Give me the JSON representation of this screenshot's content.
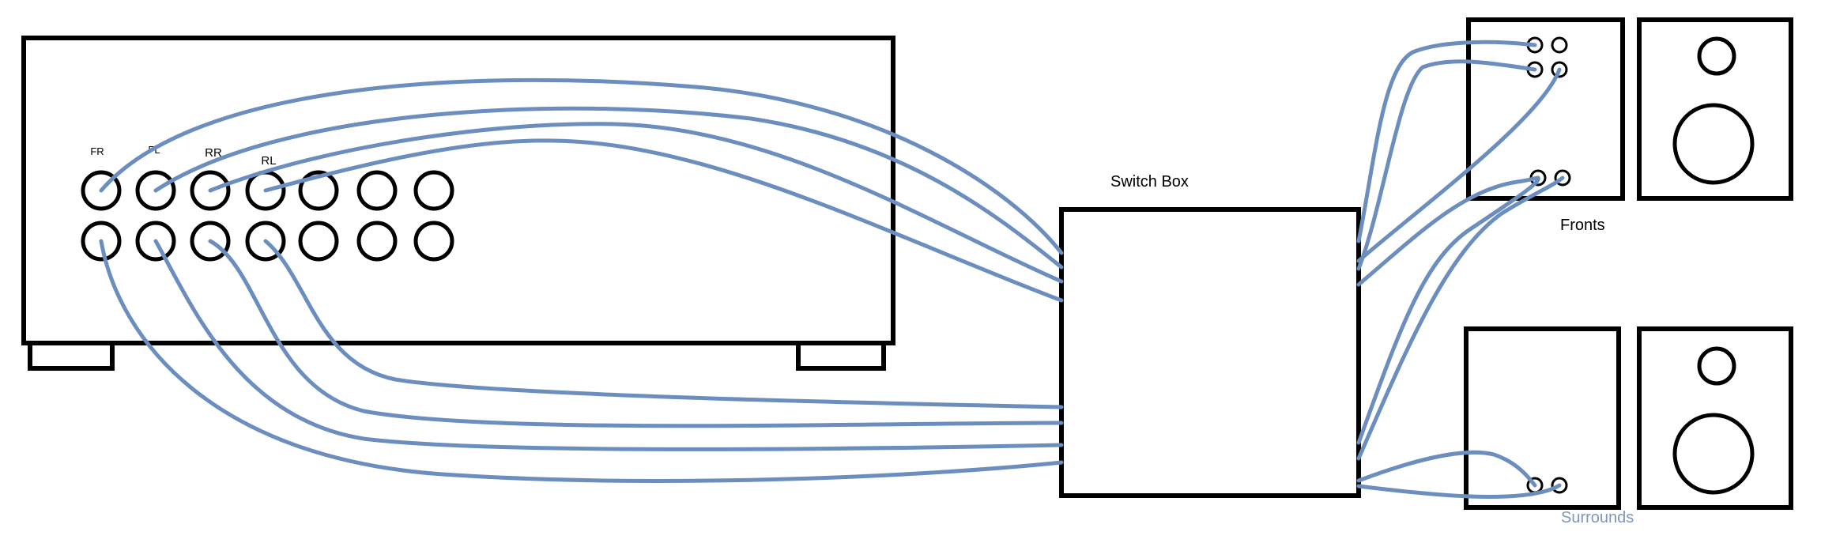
{
  "receiver": {
    "labels": {
      "fr": "FR",
      "fl": "FL",
      "rr": "RR",
      "rl": "RL"
    }
  },
  "switch_box": {
    "label": "Switch Box"
  },
  "speakers": {
    "fronts_label": "Fronts",
    "surrounds_label": "Surrounds"
  },
  "colors": {
    "outline": "#000000",
    "wire": "#6c8ebf",
    "surrounds_label": "#7f96c0",
    "background": "#ffffff"
  }
}
